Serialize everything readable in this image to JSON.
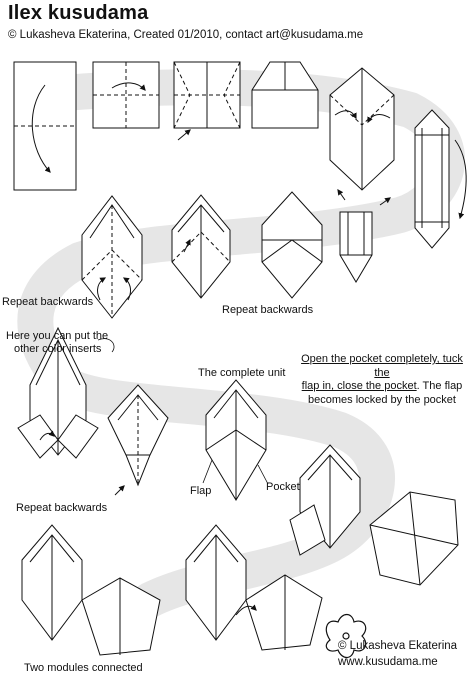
{
  "header": {
    "title": "Ilex kusudama",
    "subtitle": "© Lukasheva Ekaterina, Created 01/2010, contact art@kusudama.me"
  },
  "captions": {
    "repeat_backwards_1": "Repeat backwards",
    "repeat_backwards_2": "Repeat backwards",
    "repeat_backwards_3": "Repeat backwards",
    "inserts_line1": "Here you can put the",
    "inserts_line2": "other color inserts",
    "complete_unit": "The complete unit",
    "flap": "Flap",
    "pocket": "Pocket",
    "two_modules": "Two modules connected"
  },
  "instruction": {
    "part1": "Open the pocket completely, tuck the",
    "part2": "flap in, close the pocket",
    "part3": ". The flap",
    "part4": "becomes locked by the pocket"
  },
  "footer": {
    "author": "Lukasheva Ekaterina",
    "site": "www.kusudama.me"
  },
  "colors": {
    "ink": "#111111",
    "path_band": "#e6e6e6",
    "background": "#ffffff"
  }
}
